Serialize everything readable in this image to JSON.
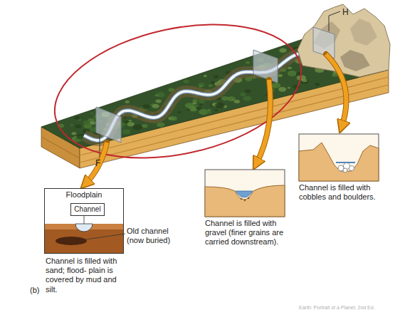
{
  "diagram": {
    "nodes": [
      {
        "text": [
          "Floodplain"
        ]
      },
      {
        "text": [
          "Channel"
        ],
        "in": 0
      }
    ],
    "labels": [
      "H",
      "F",
      "Channel is filled with cobbles and boulders.",
      "Channel is filled with gravel (finer grains are carried downstream).",
      "Old channel (now buried)",
      "Channel is filled with sand; flood- plain is covered by mud and silt.",
      "(b)",
      "Earth: Portrait of a Planet, 2nd Ed."
    ]
  }
}
